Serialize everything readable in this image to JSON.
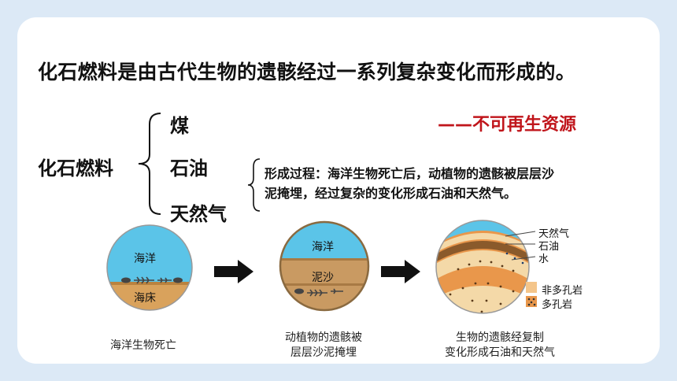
{
  "heading": "化石燃料是由古代生物的遗骸经过一系列复杂变化而形成的。",
  "fossil_fuel_label": "化石燃料",
  "fuels": [
    "煤",
    "石油",
    "天然气"
  ],
  "non_renewable": "——不可再生资源",
  "formation_process": {
    "line1": "形成过程：海洋生物死亡后，动植物的遗骸被层层沙",
    "line2": "泥掩埋，经过复杂的变化形成石油和天然气。"
  },
  "stage1": {
    "ocean": "海洋",
    "seabed": "海床",
    "caption": "海洋生物死亡"
  },
  "stage2": {
    "ocean": "海洋",
    "sand": "泥沙",
    "caption_line1": "动植物的遗骸被",
    "caption_line2": "层层沙泥掩埋"
  },
  "stage3": {
    "labels": {
      "gas": "天然气",
      "oil": "石油",
      "water": "水"
    },
    "legend": {
      "non_porous": "非多孔岩",
      "porous": "多孔岩"
    },
    "caption_line1": "生物的遗骸经复制",
    "caption_line2": "变化形成石油和天然气"
  },
  "colors": {
    "ocean": "#5bc4e8",
    "seabed": "#d9a25c",
    "sand": "#c99a62",
    "heading_accent": "#c0151b",
    "arrow": "#111111",
    "rock_orange": "#e9974b",
    "rock_light": "#f4d9a8"
  }
}
